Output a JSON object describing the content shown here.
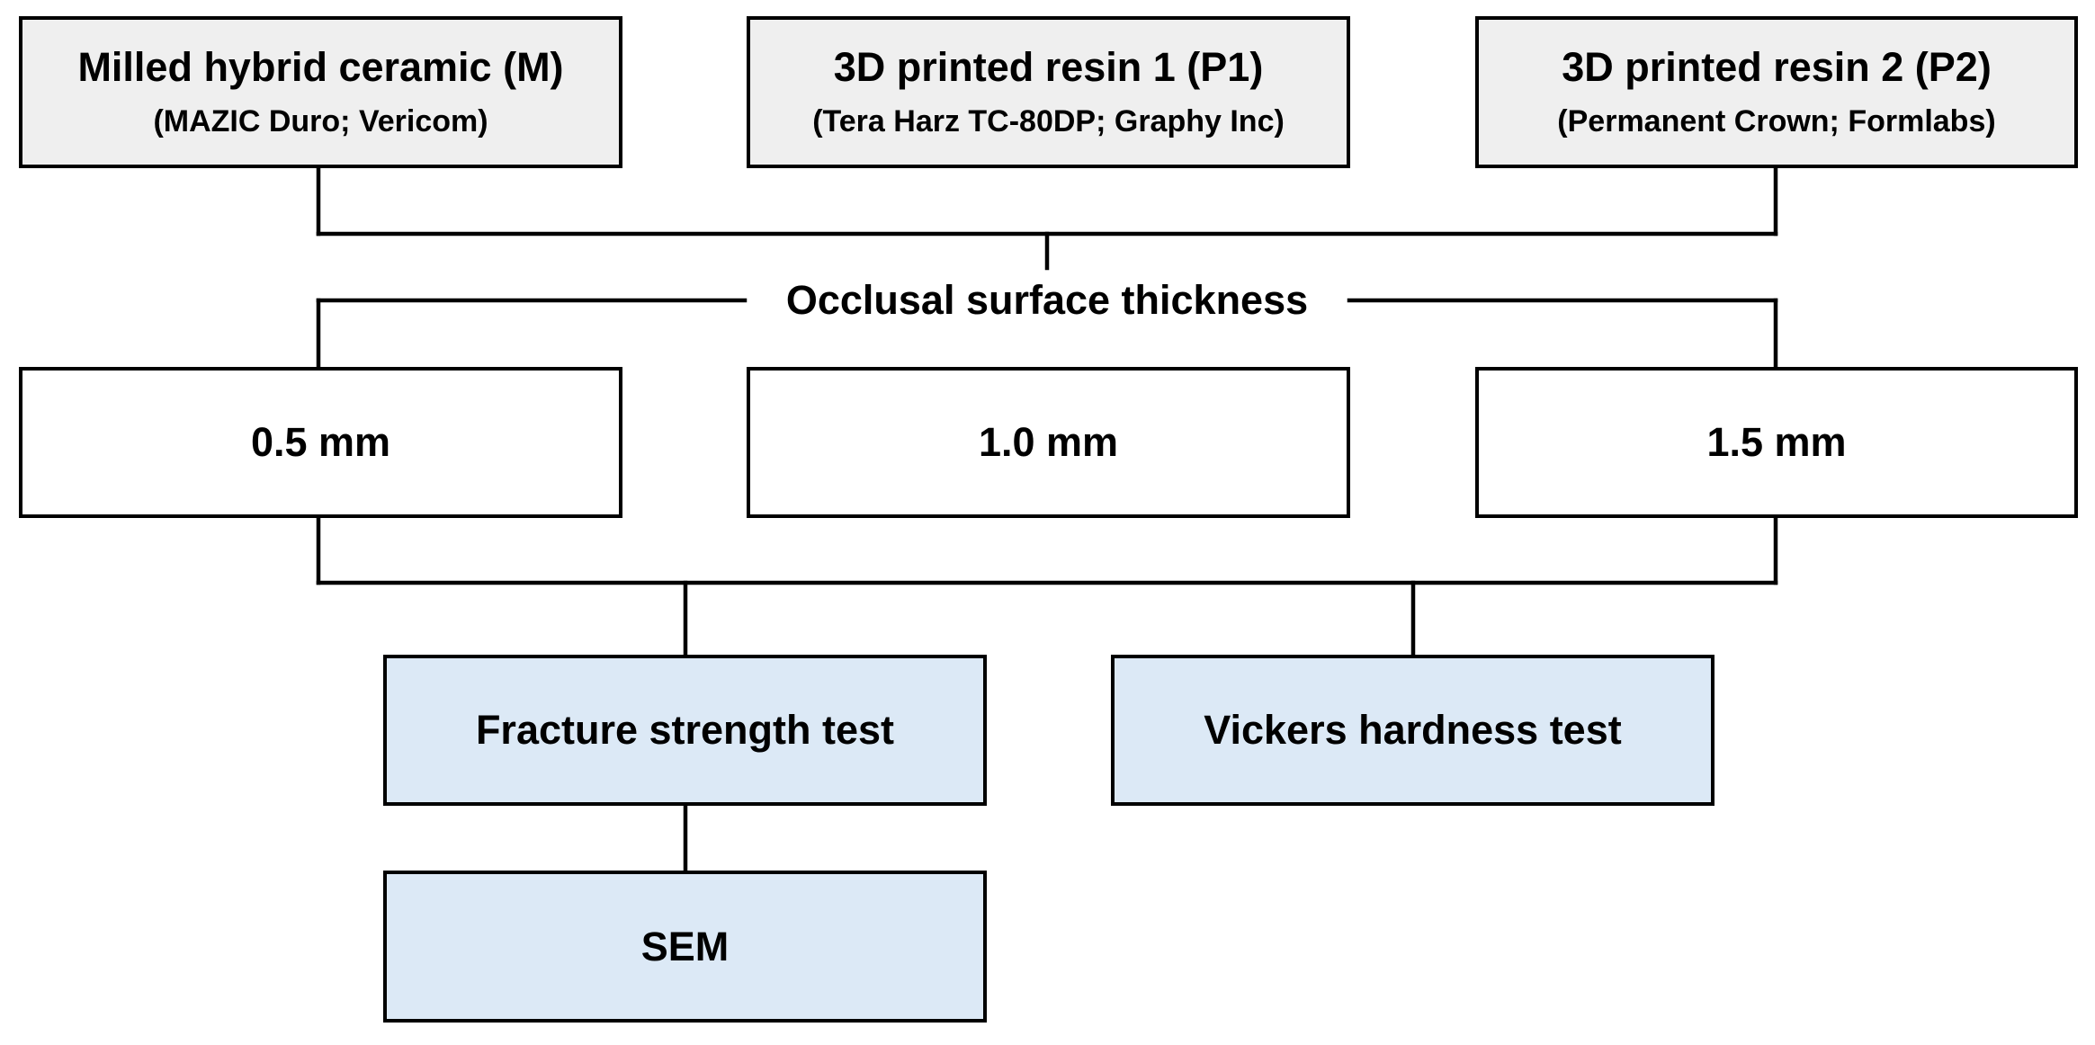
{
  "materials": [
    {
      "title": "Milled hybrid ceramic (M)",
      "subtitle": "(MAZIC Duro; Vericom)"
    },
    {
      "title": "3D printed resin 1 (P1)",
      "subtitle": "(Tera Harz TC-80DP; Graphy Inc)"
    },
    {
      "title": "3D printed resin 2 (P2)",
      "subtitle": "(Permanent Crown; Formlabs)"
    }
  ],
  "thickness_label": "Occlusal surface thickness",
  "thicknesses": [
    "0.5 mm",
    "1.0 mm",
    "1.5 mm"
  ],
  "tests": [
    "Fracture strength test",
    "Vickers hardness test"
  ],
  "analysis": "SEM",
  "colors": {
    "material_fill": "#efefef",
    "thickness_fill": "#ffffff",
    "test_fill": "#dce9f6",
    "line": "#000000"
  }
}
